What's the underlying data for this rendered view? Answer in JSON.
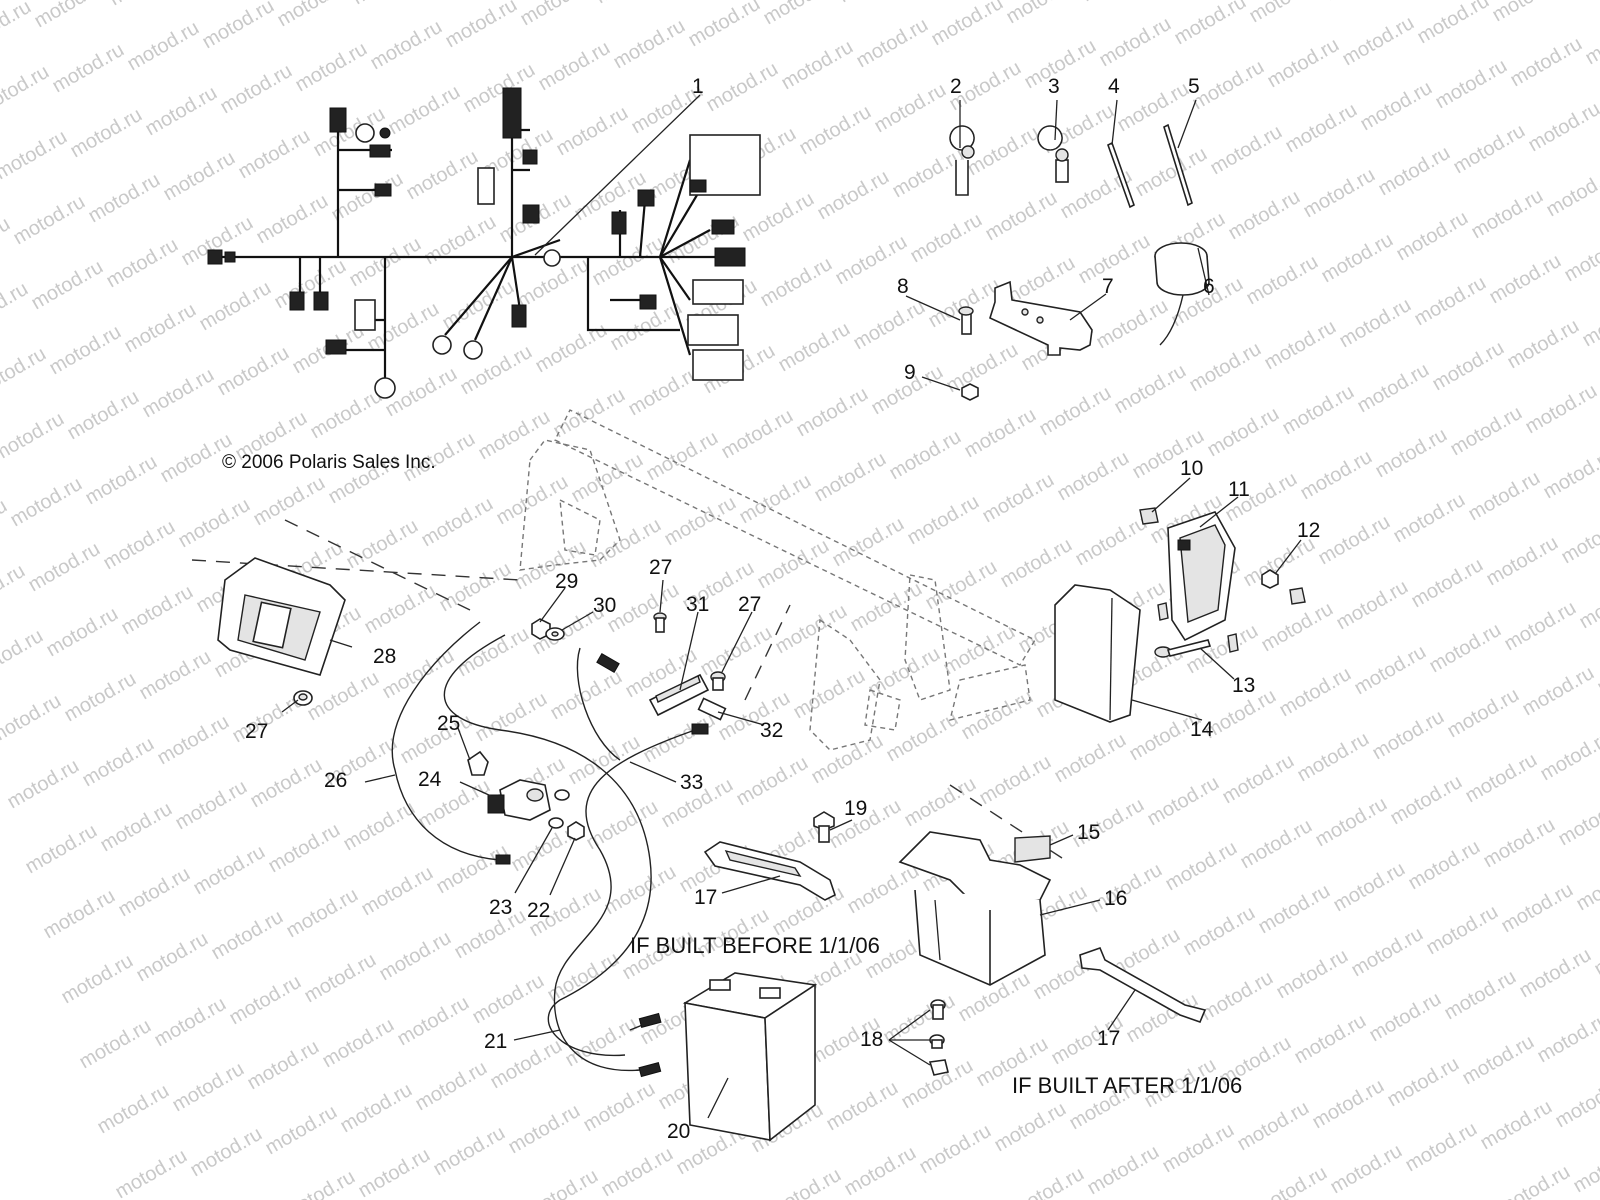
{
  "copyright": "© 2006 Polaris Sales Inc.",
  "watermark": "motod.ru",
  "captions": {
    "before": "IF BUILT BEFORE 1/1/06",
    "after": "IF BUILT AFTER 1/1/06"
  },
  "callouts": [
    {
      "id": "c1",
      "text": "1"
    },
    {
      "id": "c2",
      "text": "2"
    },
    {
      "id": "c3",
      "text": "3"
    },
    {
      "id": "c4",
      "text": "4"
    },
    {
      "id": "c5",
      "text": "5"
    },
    {
      "id": "c6",
      "text": "6"
    },
    {
      "id": "c7",
      "text": "7"
    },
    {
      "id": "c8",
      "text": "8"
    },
    {
      "id": "c9",
      "text": "9"
    },
    {
      "id": "c10",
      "text": "10"
    },
    {
      "id": "c11",
      "text": "11"
    },
    {
      "id": "c12",
      "text": "12"
    },
    {
      "id": "c13",
      "text": "13"
    },
    {
      "id": "c14",
      "text": "14"
    },
    {
      "id": "c15",
      "text": "15"
    },
    {
      "id": "c16",
      "text": "16"
    },
    {
      "id": "c17a",
      "text": "17"
    },
    {
      "id": "c17b",
      "text": "17"
    },
    {
      "id": "c18",
      "text": "18"
    },
    {
      "id": "c19",
      "text": "19"
    },
    {
      "id": "c20",
      "text": "20"
    },
    {
      "id": "c21",
      "text": "21"
    },
    {
      "id": "c22",
      "text": "22"
    },
    {
      "id": "c23",
      "text": "23"
    },
    {
      "id": "c24",
      "text": "24"
    },
    {
      "id": "c25",
      "text": "25"
    },
    {
      "id": "c26",
      "text": "26"
    },
    {
      "id": "c27a",
      "text": "27"
    },
    {
      "id": "c27b",
      "text": "27"
    },
    {
      "id": "c27c",
      "text": "27"
    },
    {
      "id": "c28",
      "text": "28"
    },
    {
      "id": "c29",
      "text": "29"
    },
    {
      "id": "c30",
      "text": "30"
    },
    {
      "id": "c31",
      "text": "31"
    },
    {
      "id": "c32",
      "text": "32"
    },
    {
      "id": "c33",
      "text": "33"
    }
  ]
}
